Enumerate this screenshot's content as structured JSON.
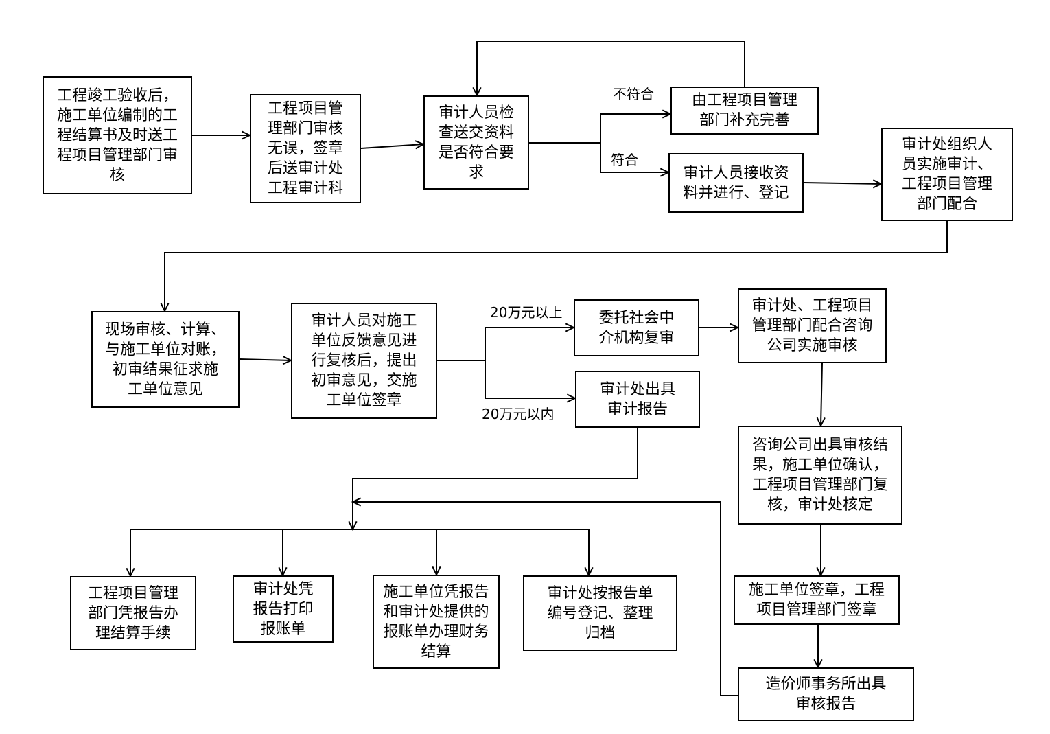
{
  "nodes": {
    "n1": "工程竣工验收后，\n施工单位编制的工\n程结算书及时送工\n程项目管理部门审\n核",
    "n2": "工程项目管\n理部门审核\n无误，签章\n后送审计处\n工程审计科",
    "n3": "审计人员检\n查送交资料\n是否符合要\n求",
    "n4": "由工程项目管理\n部门补充完善",
    "n5": "审计人员接收资\n料并进行、登记",
    "n6": "审计处组织人\n员实施审计、\n工程项目管理\n部门配合",
    "n7": "现场审核、计算、\n与施工单位对账，\n初审结果征求施\n工单位意见",
    "n8": "审计人员对施工\n单位反馈意见进\n行复核后，提出\n初审意见，交施\n工单位签章",
    "n9": "委托社会中\n介机构复审",
    "n10": "审计处、工程项目\n管理部门配合咨询\n公司实施审核",
    "n11": "审计处出具\n审计报告",
    "n12": "咨询公司出具审核结\n果，施工单位确认，\n工程项目管理部门复\n核，审计处核定",
    "n13": "施工单位签章，工程\n项目管理部门签章",
    "n14": "造价师事务所出具\n审核报告",
    "n15": "工程项目管理\n部门凭报告办\n理结算手续",
    "n16": "审计处凭\n报告打印\n报账单",
    "n17": "施工单位凭报告\n和审计处提供的\n报账单办理财务\n结算",
    "n18": "审计处按报告单\n编号登记、整理\n归档"
  },
  "labels": {
    "not_ok": "不符合",
    "ok": "符合",
    "above": "20万元以上",
    "below": "20万元以内"
  }
}
